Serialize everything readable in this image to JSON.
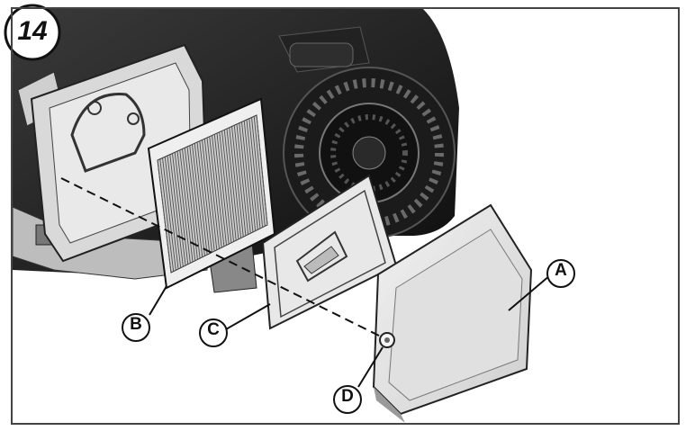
{
  "figure": {
    "step_number": "14",
    "callouts": {
      "a": "A",
      "b": "B",
      "c": "C",
      "d": "D"
    }
  }
}
